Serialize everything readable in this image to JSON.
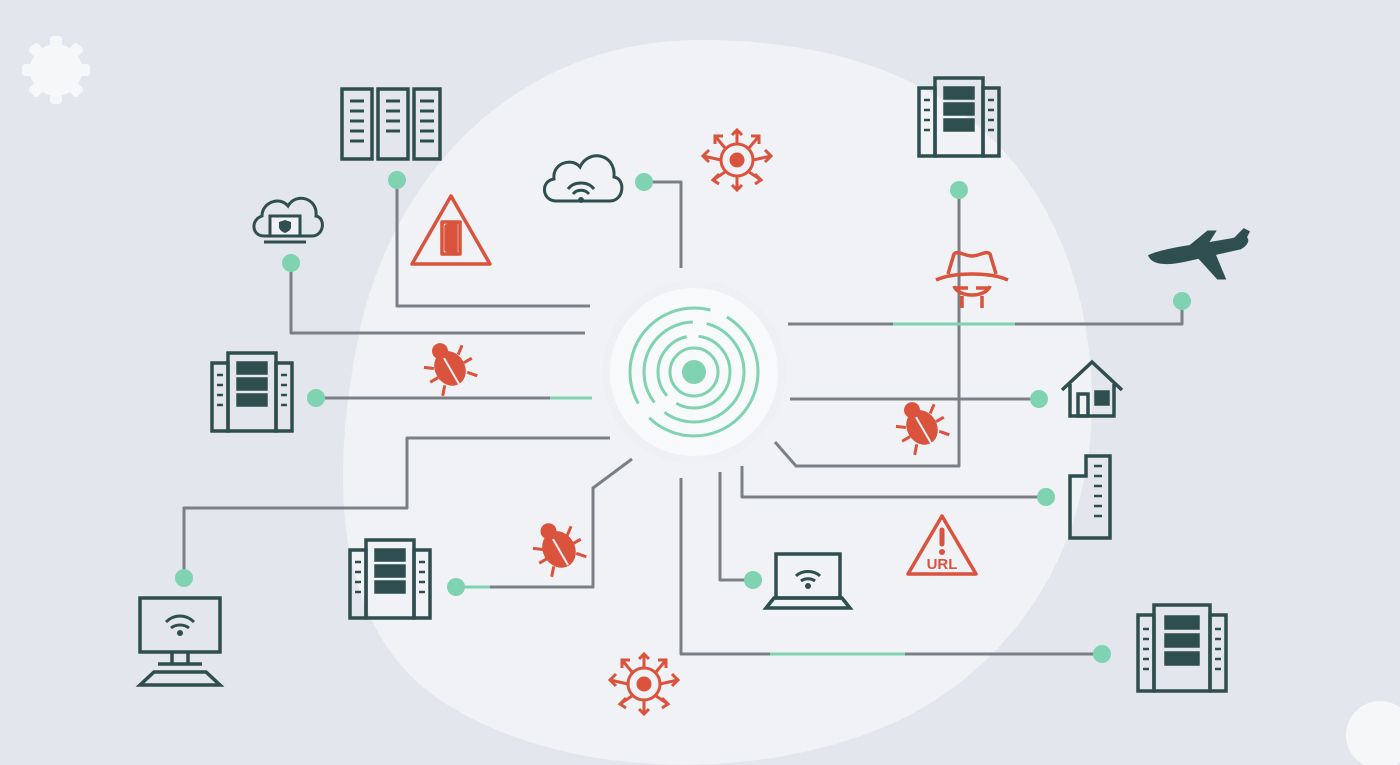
{
  "colors": {
    "background": "#e3e6ec",
    "blob": "#f1f2f5",
    "line": "#7b8086",
    "accent_line": "#7fd3b1",
    "node": "#7fd3b1",
    "device": "#2f4e4f",
    "threat": "#d9533d",
    "hub_ring": "#7fd3b1"
  },
  "hub": {
    "name": "central-hub",
    "rings": 4
  },
  "devices": [
    {
      "name": "server-rack-top-left",
      "icon": "server-rack-icon"
    },
    {
      "name": "cloud-wifi",
      "icon": "cloud-wifi-icon"
    },
    {
      "name": "cloud-laptop-shield",
      "icon": "cloud-laptop-icon"
    },
    {
      "name": "server-rack-top-right",
      "icon": "server-rack-icon"
    },
    {
      "name": "airplane",
      "icon": "airplane-icon"
    },
    {
      "name": "server-rack-left",
      "icon": "server-rack-icon"
    },
    {
      "name": "house",
      "icon": "house-icon"
    },
    {
      "name": "tall-building",
      "icon": "building-icon"
    },
    {
      "name": "desktop-wifi",
      "icon": "desktop-wifi-icon"
    },
    {
      "name": "server-rack-bottom-left",
      "icon": "server-rack-icon"
    },
    {
      "name": "laptop-wifi",
      "icon": "laptop-wifi-icon"
    },
    {
      "name": "server-rack-bottom-right",
      "icon": "server-rack-icon"
    }
  ],
  "threats": [
    {
      "name": "warning-door",
      "icon": "warning-door-icon"
    },
    {
      "name": "virus-top",
      "icon": "virus-icon"
    },
    {
      "name": "hacker-hat",
      "icon": "hacker-icon"
    },
    {
      "name": "bug-left",
      "icon": "bug-icon"
    },
    {
      "name": "bug-right",
      "icon": "bug-icon"
    },
    {
      "name": "bug-bottom",
      "icon": "bug-icon"
    },
    {
      "name": "warning-url",
      "icon": "warning-url-icon",
      "label": "URL"
    },
    {
      "name": "virus-bottom",
      "icon": "virus-icon"
    }
  ]
}
